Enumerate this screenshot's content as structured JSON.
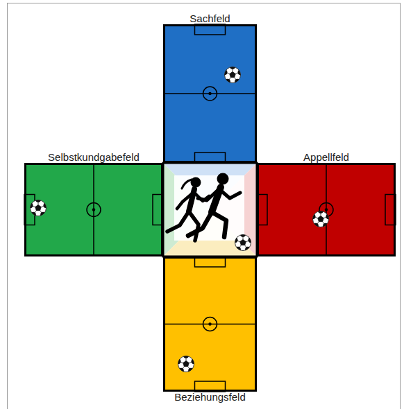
{
  "diagram": {
    "nodes": [
      {
        "text": [
          "Sachfeld"
        ]
      },
      {
        "text": [
          "Selbstkundgabefeld"
        ]
      },
      {
        "text": [
          "Appellfeld"
        ]
      },
      {
        "text": [
          "Beziehungsfeld"
        ]
      }
    ]
  }
}
